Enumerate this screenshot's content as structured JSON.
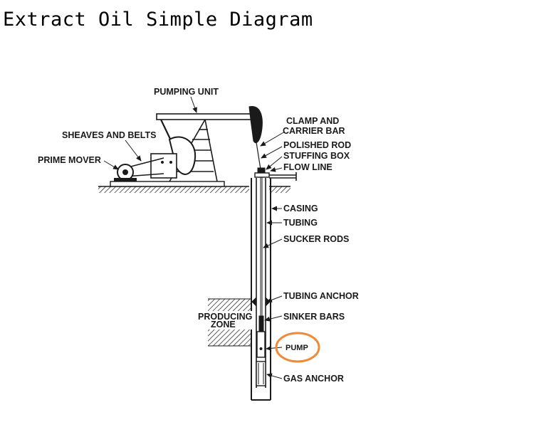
{
  "page": {
    "title": "Extract Oil Simple Diagram"
  },
  "highlight": {
    "color": "#ee8a3a"
  },
  "labels": {
    "pumping_unit": "PUMPING UNIT",
    "sheaves_and_belts": "SHEAVES AND BELTS",
    "prime_mover": "PRIME MOVER",
    "clamp_and": "CLAMP AND",
    "carrier_bar": "CARRIER BAR",
    "polished_rod": "POLISHED ROD",
    "stuffing_box": "STUFFING BOX",
    "flow_line": "FLOW LINE",
    "casing": "CASING",
    "tubing": "TUBING",
    "sucker_rods": "SUCKER RODS",
    "tubing_anchor": "TUBING ANCHOR",
    "producing": "PRODUCING",
    "zone": "ZONE",
    "sinker_bars": "SINKER BARS",
    "pump": "PUMP",
    "gas_anchor": "GAS ANCHOR"
  }
}
